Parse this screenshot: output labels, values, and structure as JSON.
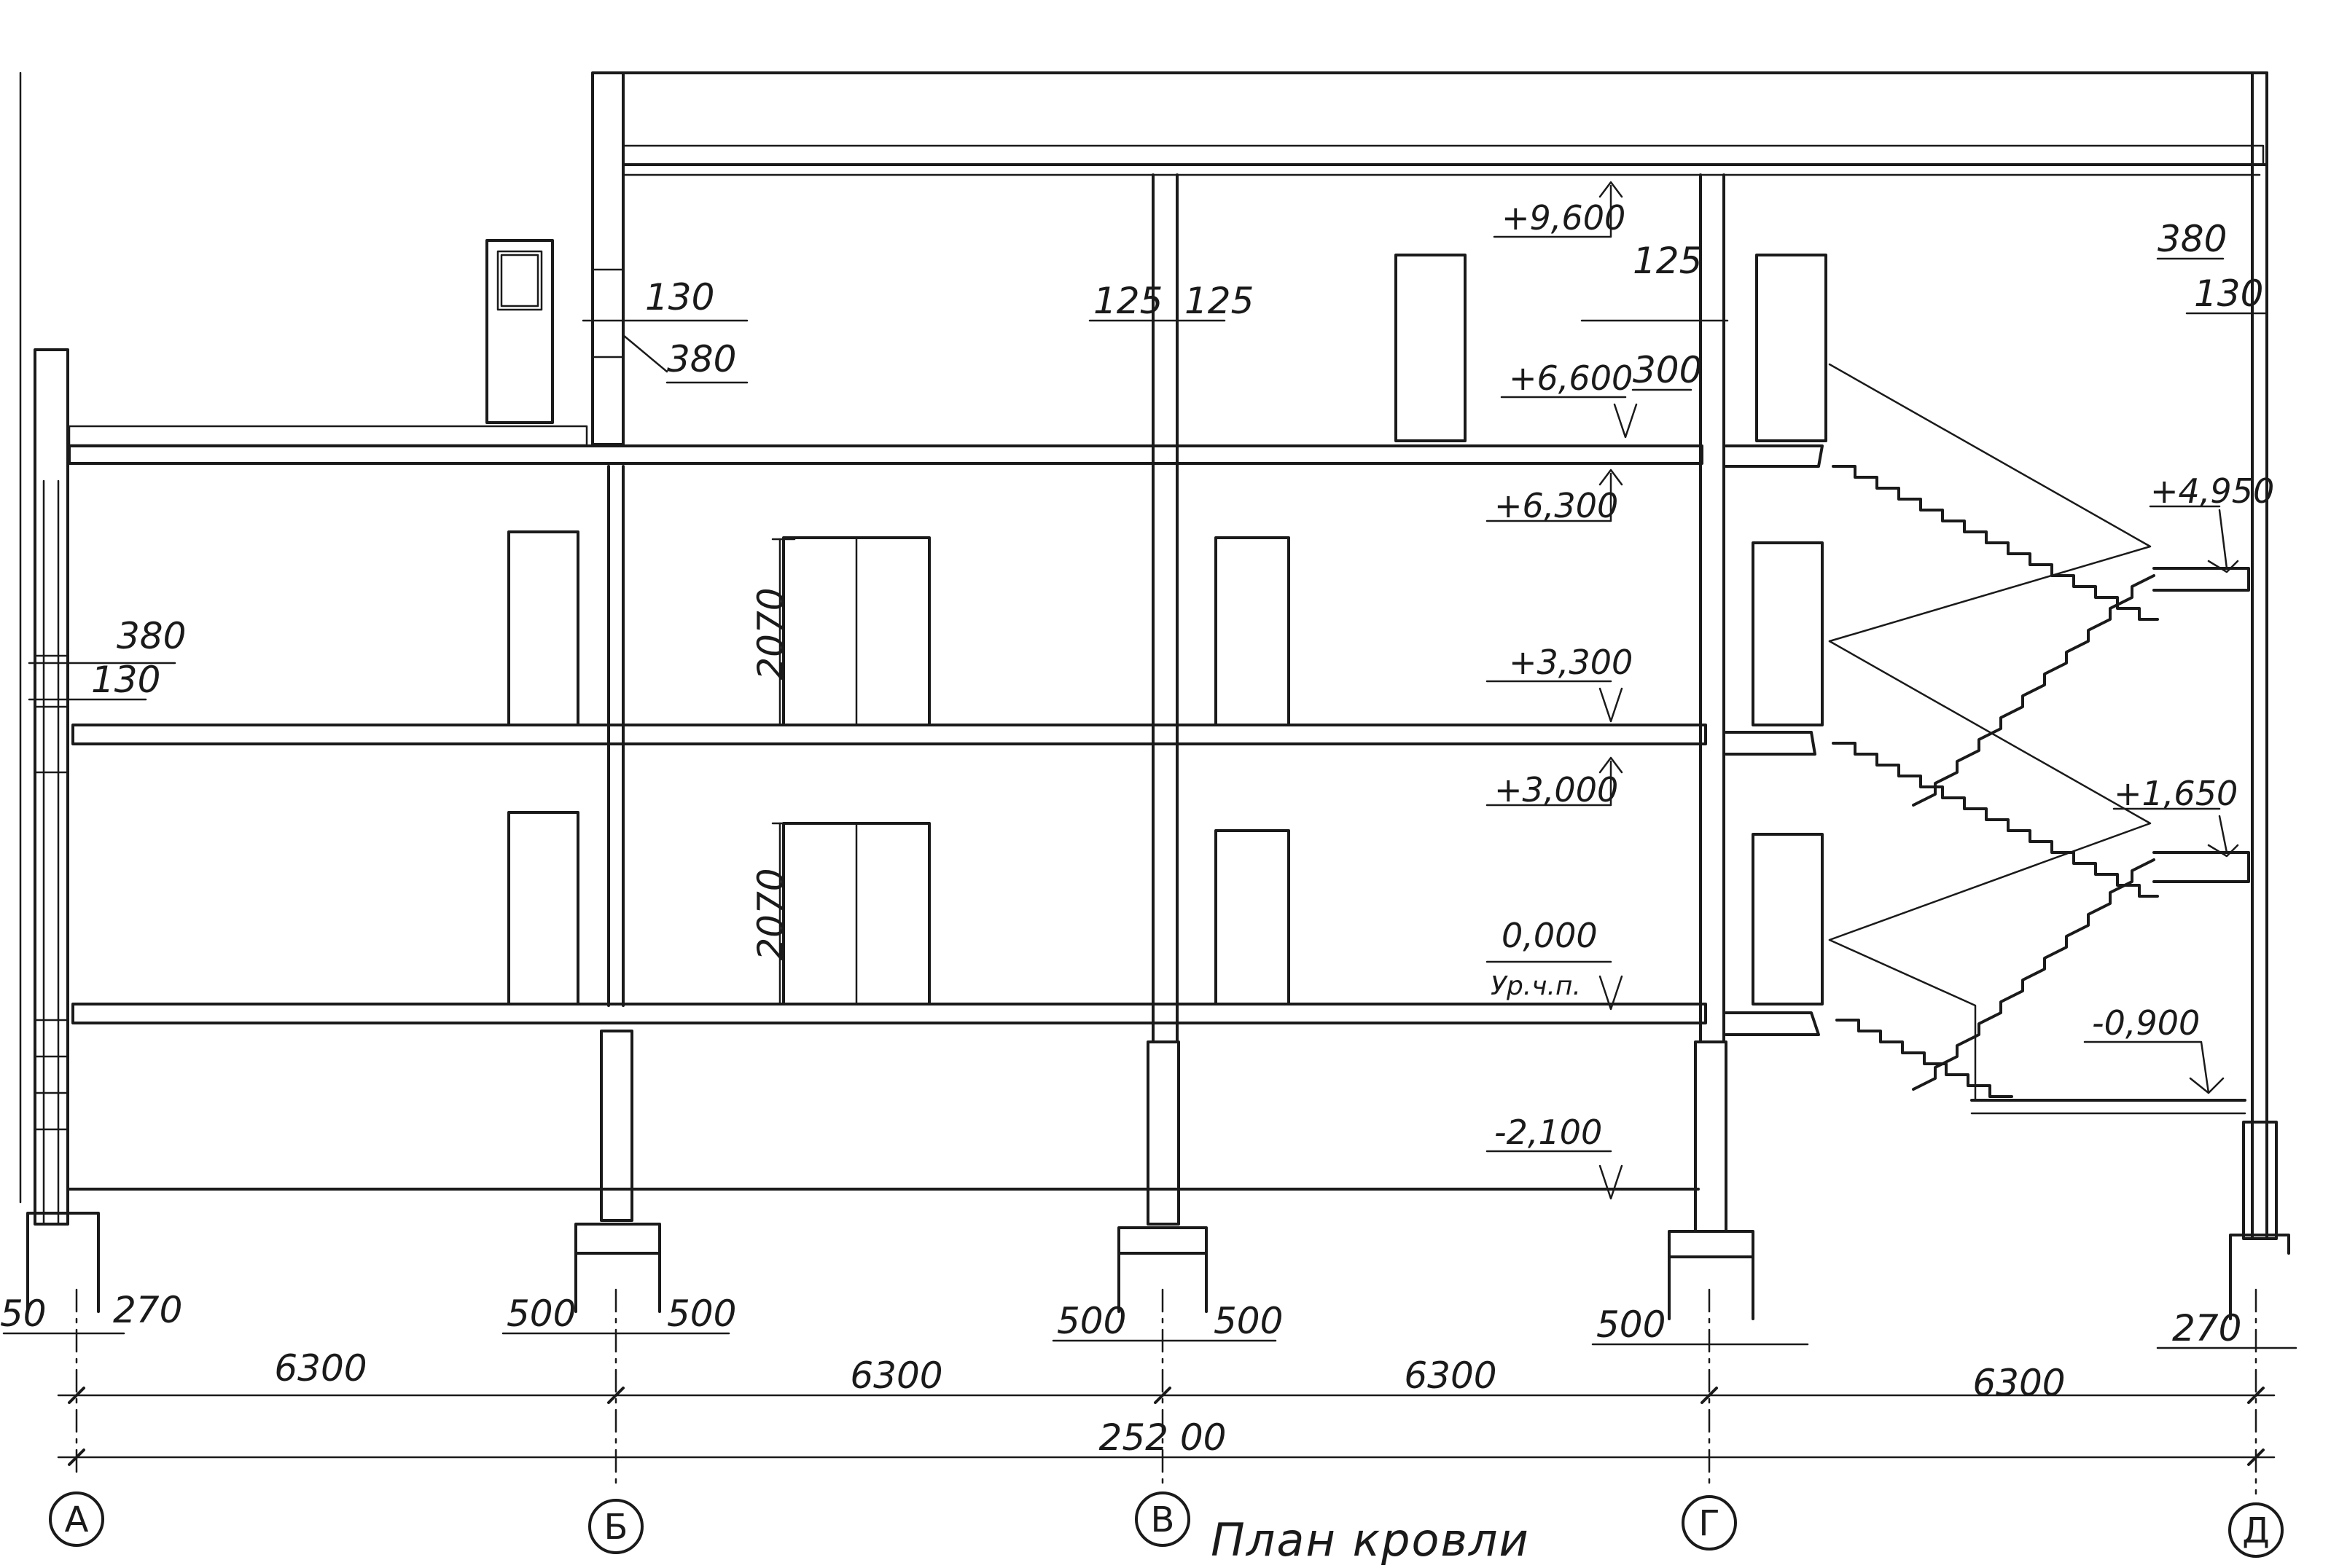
{
  "title": "План кровли",
  "axes": [
    "А",
    "Б",
    "В",
    "Г",
    "Д"
  ],
  "bays": [
    "6300",
    "6300",
    "6300",
    "6300"
  ],
  "overall_dimension": "252 00",
  "elevations": {
    "e9600": "+9,600",
    "e6600": "+6,600",
    "e6300": "+6,300",
    "e4950": "+4,950",
    "e3300": "+3,300",
    "e3000": "+3,000",
    "e1650": "+1,650",
    "e0": "0,000",
    "e0_note": "Ур.ч.п.",
    "em900": "-0,900",
    "em2100": "-2,100"
  },
  "dims": {
    "wall_a_380": "380",
    "wall_a_130": "130",
    "wall_b_130": "130",
    "wall_b_380": "380",
    "col_v_125a": "125",
    "col_v_125b": "125",
    "col_g_125": "125",
    "col_g_300": "300",
    "wall_d_380": "380",
    "wall_d_130": "130",
    "door_h1": "2070",
    "door_h2": "2070",
    "found_a_left": "50",
    "found_a_270": "270",
    "found_b_500a": "500",
    "found_b_500b": "500",
    "found_v_500a": "500",
    "found_v_500b": "500",
    "found_g_500": "500",
    "found_d_270": "270"
  }
}
